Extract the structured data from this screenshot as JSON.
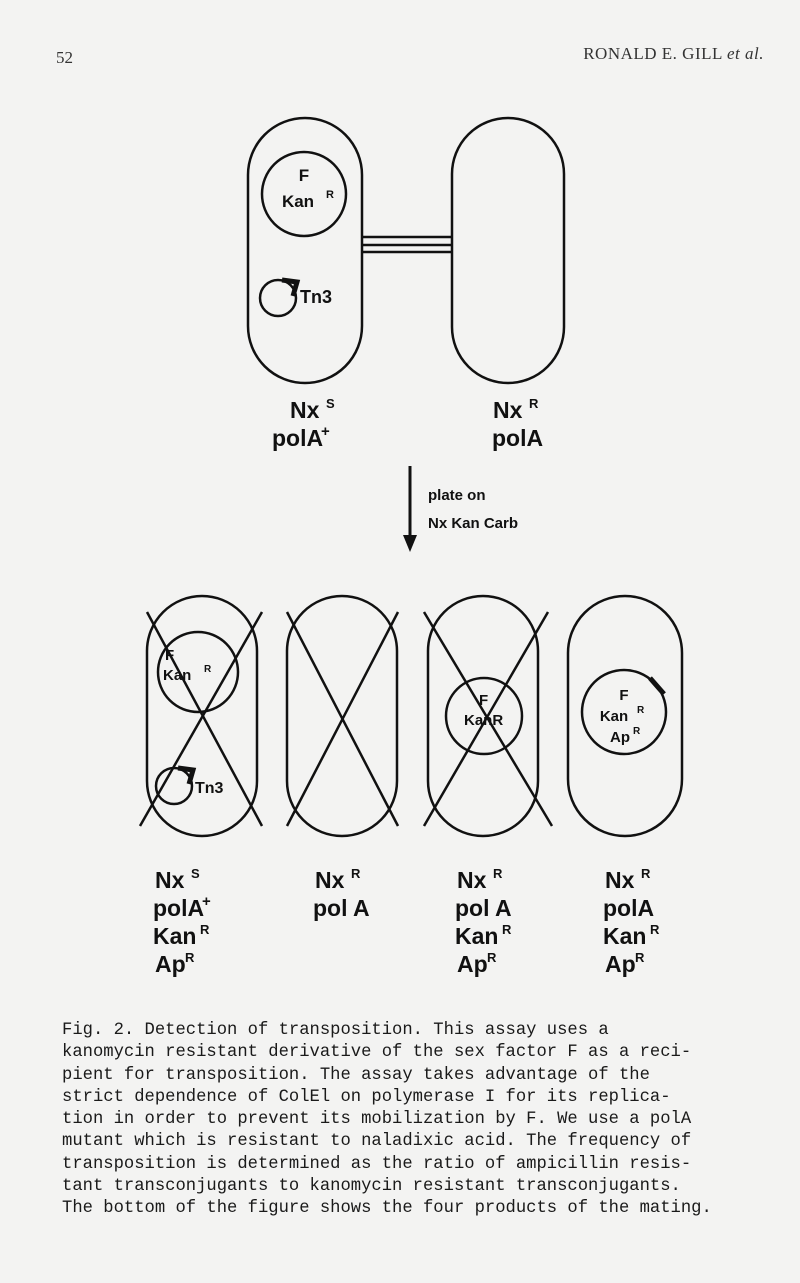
{
  "header": {
    "page_number": "52",
    "author": "RONALD E. GILL",
    "etal": "et al."
  },
  "figure": {
    "top_cells": {
      "donor": {
        "plasmid_f": "F",
        "plasmid_kan": "Kan",
        "plasmid_kan_sup": "R",
        "transposon": "Tn3",
        "genotype_line1": "Nx",
        "genotype_line1_sup": "S",
        "genotype_line2": "polA",
        "genotype_line2_sup": "+"
      },
      "recipient": {
        "genotype_line1": "Nx",
        "genotype_line1_sup": "R",
        "genotype_line2": "polA"
      }
    },
    "arrow_label_line1": "plate on",
    "arrow_label_line2": "Nx Kan Carb",
    "products": [
      {
        "f": "F",
        "kan": "Kan",
        "kan_sup": "R",
        "tn": "Tn3",
        "nx": "Nx",
        "nx_sup": "S",
        "pol": "polA",
        "pol_sup": "+",
        "kanr": "Kan",
        "kanr_sup": "R",
        "apr": "Ap",
        "apr_sup": "R"
      },
      {
        "nx": "Nx",
        "nx_sup": "R",
        "pol": "pol A"
      },
      {
        "f": "F",
        "kan": "KanR",
        "nx": "Nx",
        "nx_sup": "R",
        "pol": "pol A",
        "kanr": "Kan",
        "kanr_sup": "R",
        "apr": "Ap",
        "apr_sup": "R"
      },
      {
        "f": "F",
        "kan": "Kan",
        "kan_sup": "R",
        "ap": "Ap",
        "ap_sup": "R",
        "nx": "Nx",
        "nx_sup": "R",
        "pol": "polA",
        "kanr": "Kan",
        "kanr_sup": "R",
        "apr": "Ap",
        "apr_sup": "R"
      }
    ]
  },
  "caption": {
    "line1": "Fig. 2. Detection of transposition. This assay uses a",
    "line2": "kanomycin resistant derivative of the sex factor F as a reci-",
    "line3": "pient for transposition. The assay takes advantage of the",
    "line4": "strict dependence of ColEl on polymerase I for its replica-",
    "line5": "tion in order to prevent its mobilization by F. We use a polA",
    "line6": "mutant which is resistant to naladixic acid. The frequency of",
    "line7": "transposition is determined as the ratio of ampicillin resis-",
    "line8": "tant transconjugants to kanomycin resistant transconjugants.",
    "line9": "The bottom of the figure shows the four products of the mating."
  }
}
